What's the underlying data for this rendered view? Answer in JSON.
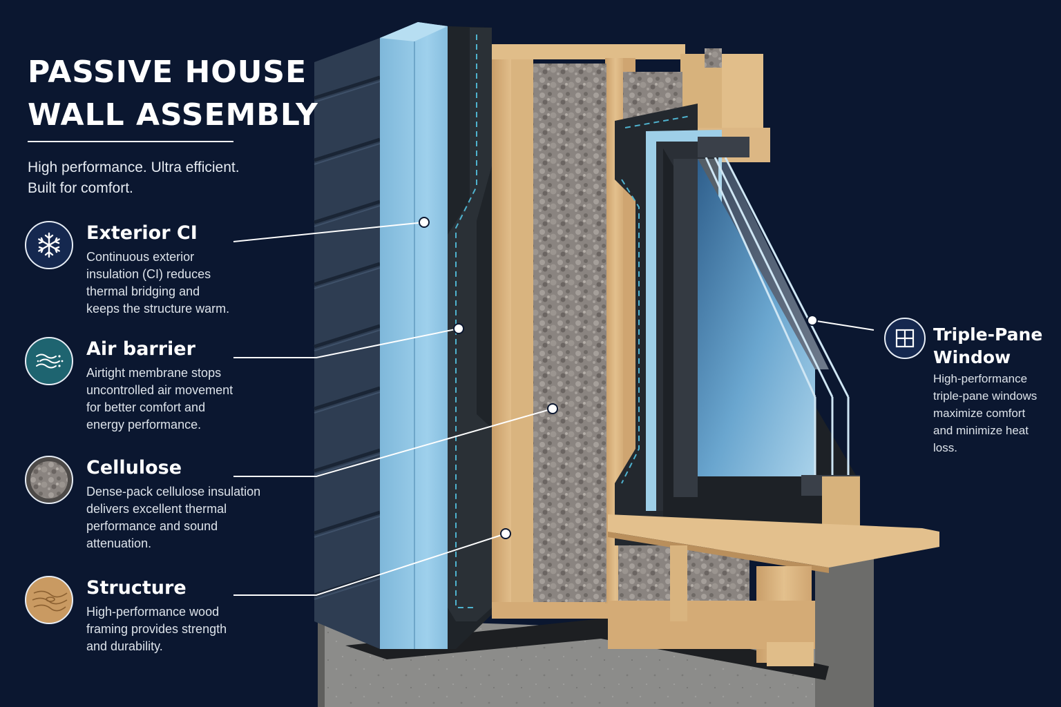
{
  "header": {
    "title_line1": "PASSIVE HOUSE",
    "title_line2": "WALL ASSEMBLY",
    "tagline_line1": "High performance. Ultra efficient.",
    "tagline_line2": "Built for comfort."
  },
  "callouts": [
    {
      "name": "Exterior CI",
      "icon": "snowflake-icon",
      "lines": [
        "Continuous exterior",
        "insulation (CI) reduces",
        "thermal bridging and",
        "keeps the structure warm."
      ]
    },
    {
      "name": "Air barrier",
      "icon": "air-flow-icon",
      "lines": [
        "Airtight membrane stops",
        "uncontrolled air movement",
        "for better comfort and",
        "energy performance."
      ]
    },
    {
      "name": "Cellulose",
      "icon": "cellulose-texture-icon",
      "lines": [
        "Dense-pack cellulose insulation",
        "delivers excellent thermal",
        "performance and sound",
        "attenuation."
      ]
    },
    {
      "name": "Structure",
      "icon": "wood-grain-icon",
      "lines": [
        "High-performance wood",
        "framing provides strength",
        "and durability."
      ]
    }
  ],
  "window_callout": {
    "name_line1": "Triple-Pane",
    "name_line2": "Window",
    "icon": "window-icon",
    "lines": [
      "High-performance",
      "triple-pane windows",
      "maximize comfort",
      "and minimize heat",
      "loss."
    ]
  },
  "colors": {
    "background": "#0b1730",
    "siding": "#2e3d52",
    "exterior_insulation": "#8cc4e4",
    "air_barrier": "#1e2328",
    "air_barrier_tape": "#4fb3cf",
    "wood": "#dcb784",
    "cellulose": "#8d8783",
    "concrete": "#8a8a88",
    "window_frame": "#2a2f36",
    "glass": "#6fa8cc",
    "snowflake_icon_bg": "#15284f",
    "air_icon_bg": "#1e6470",
    "window_icon_bg": "#15284f"
  }
}
